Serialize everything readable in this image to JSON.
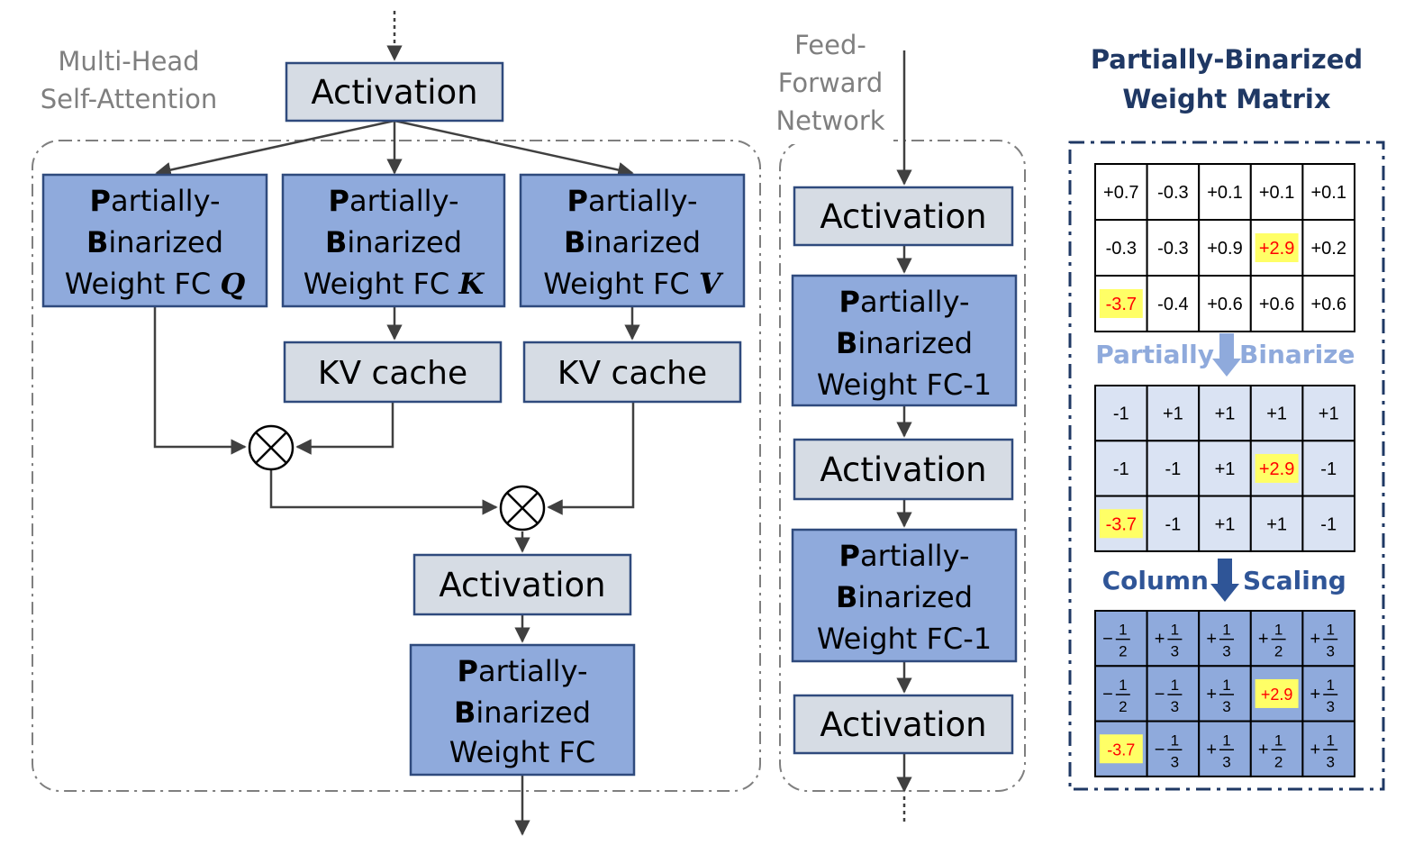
{
  "colors": {
    "box_activation": "#d6dce4",
    "box_weight": "#8faadc",
    "border": "#2f4a7d",
    "arrow": "#404040",
    "section_border": "#7f7f7f",
    "matrix_border": "#1f3864",
    "title_color": "#1f3864",
    "step_color_1": "#8faadc",
    "step_color_2": "#2f5597",
    "highlight_bg": "#ffff66",
    "highlight_text": "#ff0000",
    "mat1_bg": "#ffffff",
    "mat2_bg": "#dae3f3",
    "mat3_bg": "#8faadc"
  },
  "mhsa": {
    "label_line1": "Multi-Head",
    "label_line2": "Self-Attention",
    "top_activation": "Activation",
    "q_box": {
      "bold1": "P",
      "rest1": "artially-",
      "bold2": "B",
      "rest2": "inarized",
      "line3": "Weight FC ",
      "letter": "Q"
    },
    "k_box": {
      "bold1": "P",
      "rest1": "artially-",
      "bold2": "B",
      "rest2": "inarized",
      "line3": "Weight FC ",
      "letter": "K"
    },
    "v_box": {
      "bold1": "P",
      "rest1": "artially-",
      "bold2": "B",
      "rest2": "inarized",
      "line3": "Weight FC ",
      "letter": "V"
    },
    "kv_cache_1": "KV cache",
    "kv_cache_2": "KV cache",
    "multiply_symbol_1": "⊗",
    "multiply_symbol_2": "⊗",
    "bottom_activation": "Activation",
    "out_box": {
      "bold1": "P",
      "rest1": "artially-",
      "bold2": "B",
      "rest2": "inarized",
      "line3": "Weight FC"
    }
  },
  "ffn": {
    "label_line1": "Feed-",
    "label_line2": "Forward",
    "label_line3": "Network",
    "activation_1": "Activation",
    "fc1_box": {
      "bold1": "P",
      "rest1": "artially-",
      "bold2": "B",
      "rest2": "inarized",
      "line3": "Weight FC-1"
    },
    "activation_2": "Activation",
    "fc2_box": {
      "bold1": "P",
      "rest1": "artially-",
      "bold2": "B",
      "rest2": "inarized",
      "line3": "Weight FC-1"
    },
    "activation_3": "Activation"
  },
  "matrix_panel": {
    "title_line1": "Partially-Binarized",
    "title_line2": "Weight Matrix",
    "step1_left": "Partially",
    "step1_right": "Binarize",
    "step2_left": "Column",
    "step2_right": "Scaling",
    "matrix1": [
      [
        "+0.7",
        "-0.3",
        "+0.1",
        "+0.1",
        "+0.1"
      ],
      [
        "-0.3",
        "-0.3",
        "+0.9",
        "+2.9",
        "+0.2"
      ],
      [
        "-3.7",
        "-0.4",
        "+0.6",
        "+0.6",
        "+0.6"
      ]
    ],
    "matrix2": [
      [
        "-1",
        "+1",
        "+1",
        "+1",
        "+1"
      ],
      [
        "-1",
        "-1",
        "+1",
        "+2.9",
        "-1"
      ],
      [
        "-3.7",
        "-1",
        "+1",
        "+1",
        "-1"
      ]
    ],
    "matrix3": [
      [
        {
          "sign": "−",
          "num": "1",
          "den": "2"
        },
        {
          "sign": "+",
          "num": "1",
          "den": "3"
        },
        {
          "sign": "+",
          "num": "1",
          "den": "3"
        },
        {
          "sign": "+",
          "num": "1",
          "den": "2"
        },
        {
          "sign": "+",
          "num": "1",
          "den": "3"
        }
      ],
      [
        {
          "sign": "−",
          "num": "1",
          "den": "2"
        },
        {
          "sign": "−",
          "num": "1",
          "den": "3"
        },
        {
          "sign": "+",
          "num": "1",
          "den": "3"
        },
        {
          "plain": "+2.9"
        },
        {
          "sign": "+",
          "num": "1",
          "den": "3"
        }
      ],
      [
        {
          "plain": "-3.7"
        },
        {
          "sign": "−",
          "num": "1",
          "den": "3"
        },
        {
          "sign": "+",
          "num": "1",
          "den": "3"
        },
        {
          "sign": "+",
          "num": "1",
          "den": "2"
        },
        {
          "sign": "+",
          "num": "1",
          "den": "3"
        }
      ]
    ],
    "highlighted_values": [
      "+2.9",
      "-3.7"
    ]
  }
}
